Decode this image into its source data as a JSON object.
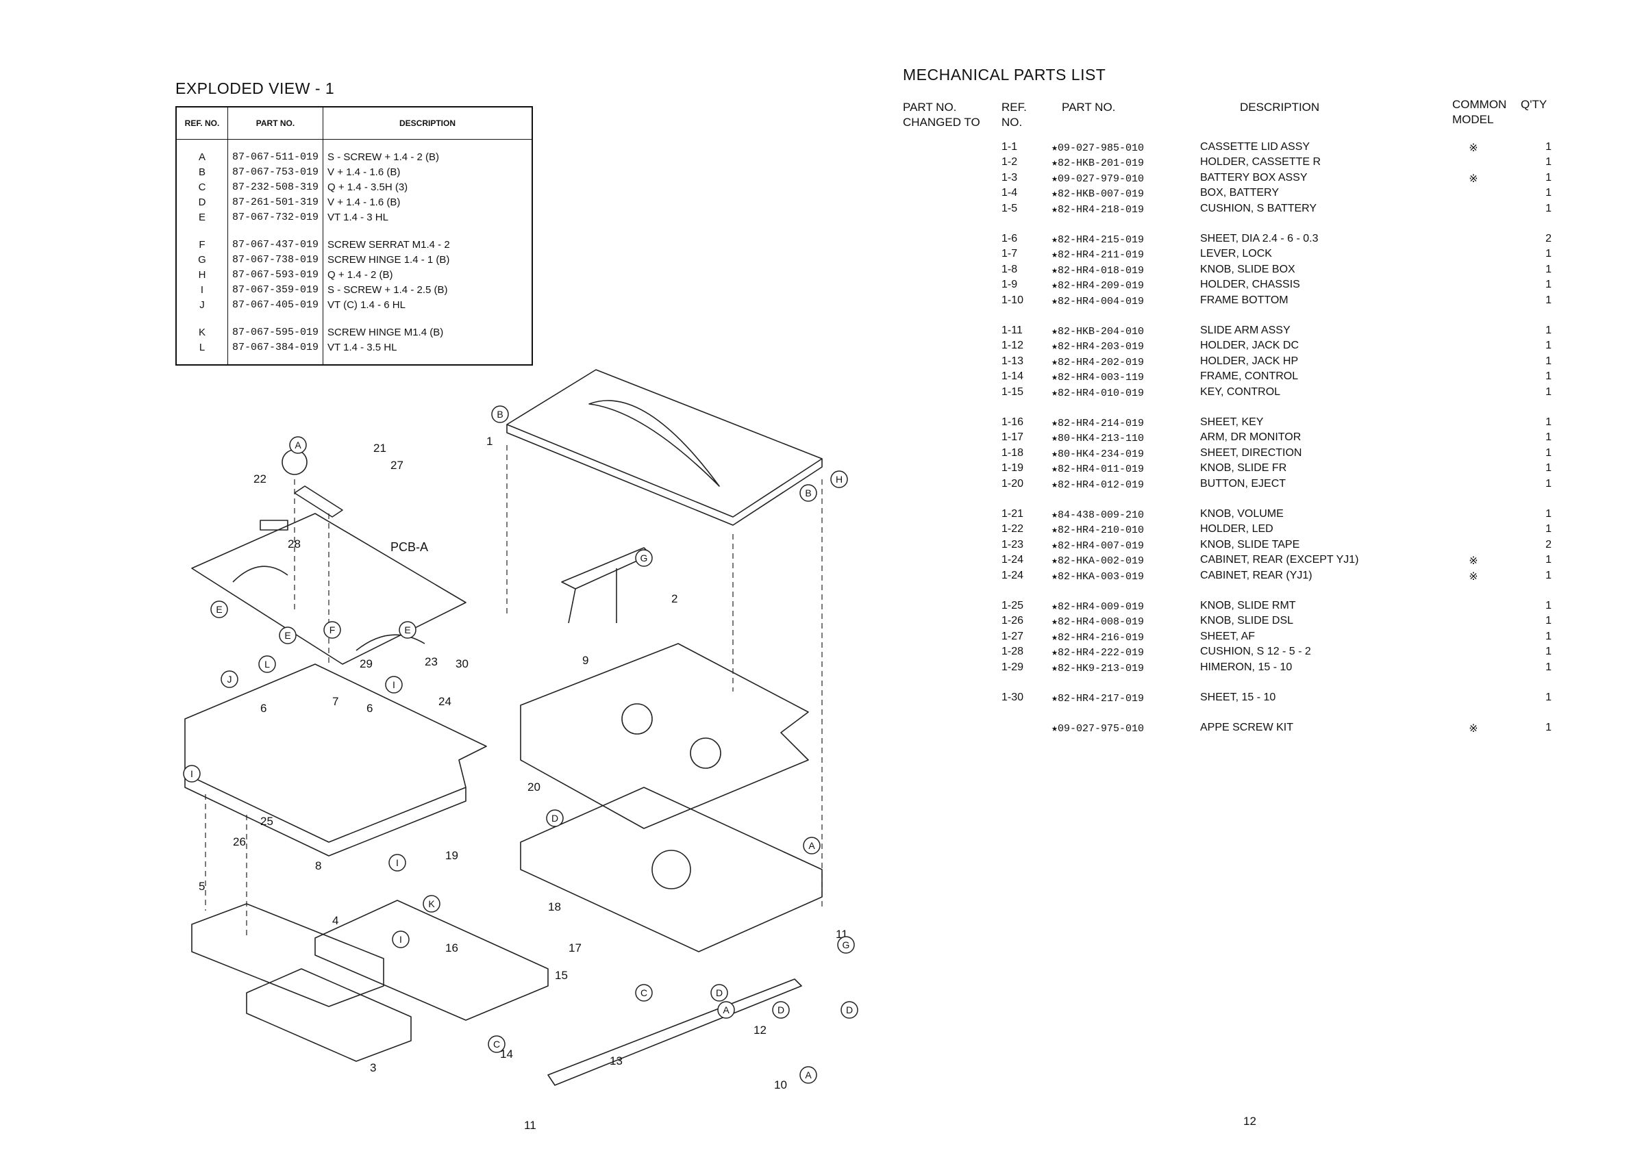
{
  "left_page": {
    "title": "EXPLODED VIEW - 1",
    "table_headers": {
      "ref": "REF. NO.",
      "part": "PART NO.",
      "desc": "DESCRIPTION"
    },
    "screws": [
      {
        "ref": "A",
        "part": "87-067-511-019",
        "desc": "S - SCREW + 1.4 - 2 (B)"
      },
      {
        "ref": "B",
        "part": "87-067-753-019",
        "desc": "V + 1.4 - 1.6 (B)"
      },
      {
        "ref": "C",
        "part": "87-232-508-319",
        "desc": "Q + 1.4 - 3.5H (3)"
      },
      {
        "ref": "D",
        "part": "87-261-501-319",
        "desc": "V + 1.4 - 1.6 (B)"
      },
      {
        "ref": "E",
        "part": "87-067-732-019",
        "desc": "VT 1.4 - 3 HL"
      },
      {
        "ref": "F",
        "part": "87-067-437-019",
        "desc": "SCREW SERRAT M1.4 - 2"
      },
      {
        "ref": "G",
        "part": "87-067-738-019",
        "desc": "SCREW HINGE 1.4 - 1 (B)"
      },
      {
        "ref": "H",
        "part": "87-067-593-019",
        "desc": "Q + 1.4 - 2 (B)"
      },
      {
        "ref": "I",
        "part": "87-067-359-019",
        "desc": "S - SCREW + 1.4 - 2.5 (B)"
      },
      {
        "ref": "J",
        "part": "87-067-405-019",
        "desc": "VT (C) 1.4 - 6 HL"
      },
      {
        "ref": "K",
        "part": "87-067-595-019",
        "desc": "SCREW HINGE M1.4 (B)"
      },
      {
        "ref": "L",
        "part": "87-067-384-019",
        "desc": "VT 1.4 - 3.5 HL"
      }
    ],
    "drawing_labels": {
      "pcb": "PCB-A",
      "numbers": [
        "1",
        "2",
        "3",
        "4",
        "5",
        "6",
        "6",
        "7",
        "8",
        "9",
        "10",
        "11",
        "12",
        "13",
        "14",
        "15",
        "16",
        "17",
        "18",
        "19",
        "20",
        "21",
        "22",
        "23",
        "24",
        "25",
        "26",
        "27",
        "28",
        "29",
        "30"
      ],
      "circles": [
        "A",
        "A",
        "A",
        "A",
        "B",
        "B",
        "C",
        "C",
        "D",
        "D",
        "D",
        "D",
        "E",
        "E",
        "E",
        "F",
        "G",
        "G",
        "H",
        "I",
        "I",
        "I",
        "I",
        "J",
        "K",
        "L"
      ]
    },
    "page_number": "11"
  },
  "right_page": {
    "title": "MECHANICAL PARTS LIST",
    "headers": {
      "changed_line1": "PART NO.",
      "changed_line2": "CHANGED TO",
      "ref_line1": "REF.",
      "ref_line2": "NO.",
      "part": "PART NO.",
      "desc": "DESCRIPTION",
      "common_line1": "COMMON",
      "common_line2": "MODEL",
      "qty": "Q'TY"
    },
    "parts": [
      {
        "ref": "1-1",
        "part": "★09-027-985-010",
        "desc": "CASSETTE LID ASSY",
        "common": "※",
        "qty": "1"
      },
      {
        "ref": "1-2",
        "part": "★82-HKB-201-019",
        "desc": "HOLDER, CASSETTE R",
        "common": "",
        "qty": "1"
      },
      {
        "ref": "1-3",
        "part": "★09-027-979-010",
        "desc": "BATTERY BOX ASSY",
        "common": "※",
        "qty": "1"
      },
      {
        "ref": "1-4",
        "part": "★82-HKB-007-019",
        "desc": "BOX, BATTERY",
        "common": "",
        "qty": "1"
      },
      {
        "ref": "1-5",
        "part": "★82-HR4-218-019",
        "desc": "CUSHION, S BATTERY",
        "common": "",
        "qty": "1"
      },
      {
        "ref": "1-6",
        "part": "★82-HR4-215-019",
        "desc": "SHEET, DIA 2.4 - 6 - 0.3",
        "common": "",
        "qty": "2"
      },
      {
        "ref": "1-7",
        "part": "★82-HR4-211-019",
        "desc": "LEVER, LOCK",
        "common": "",
        "qty": "1"
      },
      {
        "ref": "1-8",
        "part": "★82-HR4-018-019",
        "desc": "KNOB, SLIDE BOX",
        "common": "",
        "qty": "1"
      },
      {
        "ref": "1-9",
        "part": "★82-HR4-209-019",
        "desc": "HOLDER, CHASSIS",
        "common": "",
        "qty": "1"
      },
      {
        "ref": "1-10",
        "part": "★82-HR4-004-019",
        "desc": "FRAME BOTTOM",
        "common": "",
        "qty": "1"
      },
      {
        "ref": "1-11",
        "part": "★82-HKB-204-010",
        "desc": "SLIDE ARM ASSY",
        "common": "",
        "qty": "1"
      },
      {
        "ref": "1-12",
        "part": "★82-HR4-203-019",
        "desc": "HOLDER, JACK DC",
        "common": "",
        "qty": "1"
      },
      {
        "ref": "1-13",
        "part": "★82-HR4-202-019",
        "desc": "HOLDER, JACK HP",
        "common": "",
        "qty": "1"
      },
      {
        "ref": "1-14",
        "part": "★82-HR4-003-119",
        "desc": "FRAME, CONTROL",
        "common": "",
        "qty": "1"
      },
      {
        "ref": "1-15",
        "part": "★82-HR4-010-019",
        "desc": "KEY, CONTROL",
        "common": "",
        "qty": "1"
      },
      {
        "ref": "1-16",
        "part": "★82-HR4-214-019",
        "desc": "SHEET, KEY",
        "common": "",
        "qty": "1"
      },
      {
        "ref": "1-17",
        "part": "★80-HK4-213-110",
        "desc": "ARM, DR MONITOR",
        "common": "",
        "qty": "1"
      },
      {
        "ref": "1-18",
        "part": "★80-HK4-234-019",
        "desc": "SHEET, DIRECTION",
        "common": "",
        "qty": "1"
      },
      {
        "ref": "1-19",
        "part": "★82-HR4-011-019",
        "desc": "KNOB, SLIDE FR",
        "common": "",
        "qty": "1"
      },
      {
        "ref": "1-20",
        "part": "★82-HR4-012-019",
        "desc": "BUTTON, EJECT",
        "common": "",
        "qty": "1"
      },
      {
        "ref": "1-21",
        "part": "★84-438-009-210",
        "desc": "KNOB, VOLUME",
        "common": "",
        "qty": "1"
      },
      {
        "ref": "1-22",
        "part": "★82-HR4-210-010",
        "desc": "HOLDER, LED",
        "common": "",
        "qty": "1"
      },
      {
        "ref": "1-23",
        "part": "★82-HR4-007-019",
        "desc": "KNOB, SLIDE TAPE",
        "common": "",
        "qty": "2"
      },
      {
        "ref": "1-24",
        "part": "★82-HKA-002-019",
        "desc": "CABINET, REAR (EXCEPT YJ1)",
        "common": "※",
        "qty": "1"
      },
      {
        "ref": "1-24",
        "part": "★82-HKA-003-019",
        "desc": "CABINET, REAR (YJ1)",
        "common": "※",
        "qty": "1"
      },
      {
        "ref": "1-25",
        "part": "★82-HR4-009-019",
        "desc": "KNOB, SLIDE RMT",
        "common": "",
        "qty": "1"
      },
      {
        "ref": "1-26",
        "part": "★82-HR4-008-019",
        "desc": "KNOB, SLIDE DSL",
        "common": "",
        "qty": "1"
      },
      {
        "ref": "1-27",
        "part": "★82-HR4-216-019",
        "desc": "SHEET, AF",
        "common": "",
        "qty": "1"
      },
      {
        "ref": "1-28",
        "part": "★82-HR4-222-019",
        "desc": "CUSHION, S 12 - 5 - 2",
        "common": "",
        "qty": "1"
      },
      {
        "ref": "1-29",
        "part": "★82-HK9-213-019",
        "desc": "HIMERON, 15 - 10",
        "common": "",
        "qty": "1"
      },
      {
        "ref": "1-30",
        "part": "★82-HR4-217-019",
        "desc": "SHEET, 15 - 10",
        "common": "",
        "qty": "1"
      },
      {
        "ref": "",
        "part": "★09-027-975-010",
        "desc": "APPE SCREW KIT",
        "common": "※",
        "qty": "1"
      }
    ],
    "page_number": "12"
  }
}
